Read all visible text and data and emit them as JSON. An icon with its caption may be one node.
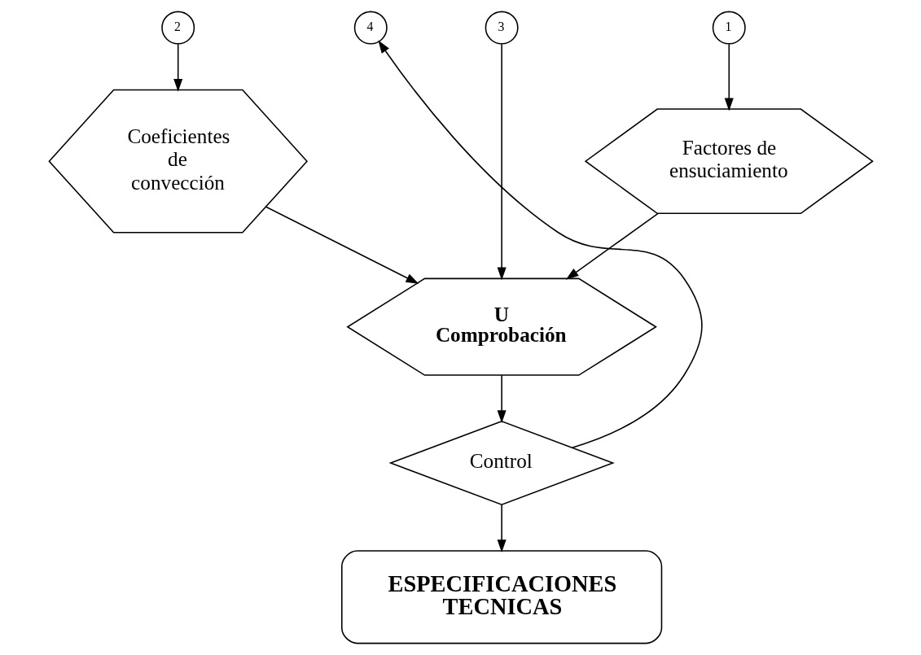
{
  "diagram": {
    "nodes": [
      {
        "text": [
          "2"
        ]
      },
      {
        "text": [
          "1"
        ]
      },
      {
        "text": [
          "3"
        ]
      },
      {
        "text": [
          "4"
        ]
      },
      {
        "text": [
          "Coeficientes de convección"
        ]
      },
      {
        "text": [
          "Factores de ensuciamiento"
        ]
      },
      {
        "text": [
          "U",
          "Comprobación"
        ]
      },
      {
        "text": [
          "Control"
        ]
      },
      {
        "text": [
          "ESPECIFICACIONES TECNICAS"
        ]
      }
    ],
    "edges": [
      {
        "from": 0,
        "to": 4,
        "arrow": "to"
      },
      {
        "from": 1,
        "to": 5,
        "arrow": "to"
      },
      {
        "from": 5,
        "to": 6,
        "arrow": "to"
      },
      {
        "from": 4,
        "to": 6,
        "arrow": "to"
      },
      {
        "from": 2,
        "to": 6,
        "arrow": "to"
      },
      {
        "from": 6,
        "to": 7,
        "arrow": "to"
      },
      {
        "from": 7,
        "to": 3,
        "arrow": "to"
      },
      {
        "from": 7,
        "to": 8,
        "arrow": "to"
      }
    ]
  }
}
